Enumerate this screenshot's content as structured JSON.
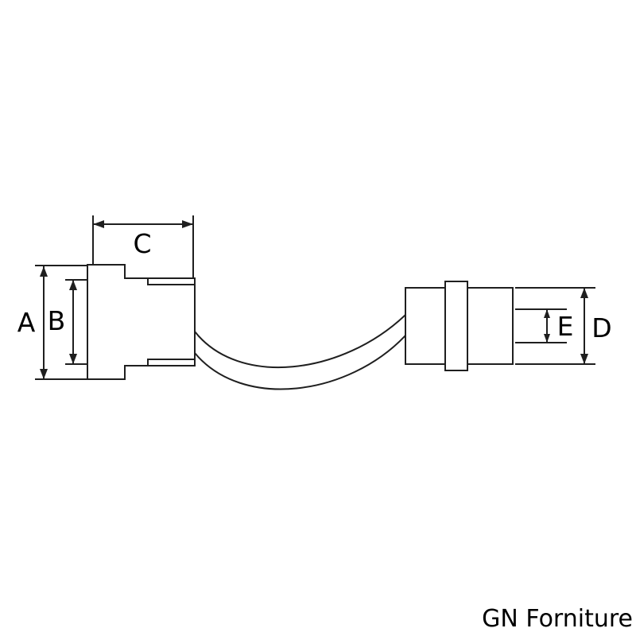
{
  "diagram": {
    "type": "technical-dimension-drawing",
    "subject": "cable with two connectors, side view",
    "dimension_labels": {
      "A": "A",
      "B": "B",
      "C": "C",
      "D": "D",
      "E": "E"
    },
    "brand": "GN Forniture",
    "colors": {
      "line": "#1f1f1f",
      "text": "#000000",
      "background": "#ffffff"
    }
  }
}
